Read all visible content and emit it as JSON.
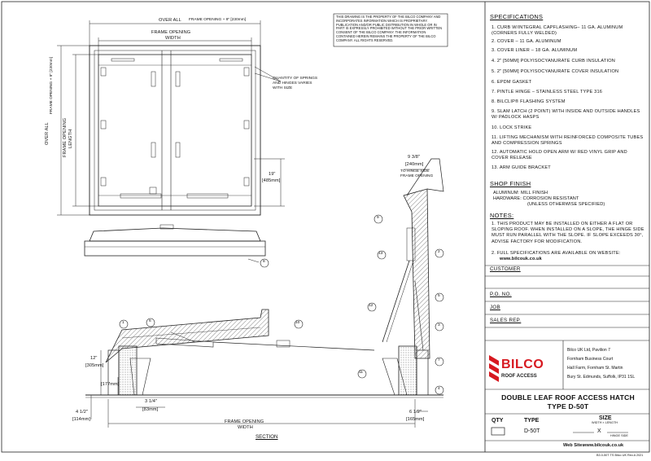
{
  "specifications": {
    "heading": "SPECIFICATIONS",
    "items": [
      "1.  CURB W/INTEGRAL CAPFLASHING– 11 GA. ALUMINUM (CORNERS FULLY WELDED)",
      "2.  COVER – 11 GA. ALUMINUM",
      "3.  COVER LINER – 18 GA. ALUMINUM",
      "4.  2\" [50MM] POLYISOCYANURATE CURB INSULATION",
      "5.  2\" [50MM] POLYISOCYANURATE COVER INSULATION",
      "6.  EPDM GASKET",
      "7.  PINTLE HINGE – STAINLESS STEEL TYPE 316",
      "8.  BILCLIP® FLASHING SYSTEM",
      "9.  SLAM LATCH (2 POINT) WITH INSIDE AND OUTSIDE HANDLES W/ PADLOCK HASPS",
      "10. LOCK STRIKE",
      "11. LIFTING MECHANISM WITH REINFORCED COMPOSITE TUBES AND COMPRESSION SPRINGS",
      "12. AUTOMATIC HOLD OPEN ARM W/ RED VINYL GRIP AND COVER RELEASE",
      "13. ARM GUIDE BRACKET"
    ]
  },
  "shop_finish": {
    "heading": "SHOP FINISH",
    "aluminum": "ALUMINUM:    MILL FINISH",
    "hardware": "HARDWARE:     CORROSION RESISTANT",
    "hardware_note": "(UNLESS OTHERWISE SPECIFIED)"
  },
  "notes": {
    "heading": "NOTES:",
    "items": [
      "1.  THIS PRODUCT MAY BE INSTALLED ON EITHER A FLAT OR SLOPING ROOF. WHEN INSTALLED ON A SLOPE, THE HINGE SIDE MUST RUN PARALLEL WITH THE SLOPE. IF SLOPE EXCEEDS 30°, ADVISE FACTORY FOR MODIFICATION.",
      "2.  FULL SPECIFICATIONS ARE AVAILABLE ON WEBSITE:"
    ],
    "website": "www.bilcouk.co.uk"
  },
  "fields": {
    "customer": "CUSTOMER",
    "po": "P.O. NO.",
    "job": "JOB",
    "sales_rep": "SALES REP."
  },
  "company": {
    "brand": "BILCO",
    "tagline": "ROOF ACCESS",
    "address": [
      "Bilco UK Ltd, Pavilion 7",
      "Fornham Business Court",
      "Hall Farm, Fornham St. Martin",
      "Bury St. Edmunds, Suffolk, IP31 1SL"
    ],
    "brand_color": "#d71920"
  },
  "title": {
    "line1": "DOUBLE LEAF ROOF ACCESS HATCH",
    "line2": "TYPE D-50T"
  },
  "order_table": {
    "qty_header": "QTY",
    "type_header": "TYPE",
    "size_header": "SIZE",
    "size_sub": "WIDTH × LENGTH",
    "type_value": "D-50T",
    "x_mark": "X",
    "hinge_side": "HINGE SIDE"
  },
  "website_line": {
    "label": "Web Site:",
    "url": "www.bilcouk.co.uk"
  },
  "footer_code": "B3.0-50T TS Bilco UK Rev.A 2021",
  "proprietary_notice": "THIS DRAWING IS THE PROPERTY OF THE BILCO COMPANY AND INCORPORATES INFORMATION WHICH IS PROPRIETARY. PUBLICATION AND/OR PUBLIC DISTRIBUTION IN WHOLE OR IN PART IS EXPRESSLY PROHIBITED WITHOUT THE PRIOR WRITTEN CONSENT OF THE BILCO COMPANY. THE INFORMATION CONTAINED HEREIN REMAINS THE PROPERTY OF THE BILCO COMPANY. ALL RIGHTS RESERVED.",
  "drawing": {
    "overall_top": "OVER ALL",
    "frame_opening_plus": "FRAME OPENING + 9\" [230mm]",
    "frame_opening_width": [
      "FRAME OPENING",
      "WIDTH"
    ],
    "overall_left": "OVER ALL",
    "frame_opening_plus_left": "FRAME OPENING + 9\" [230mm]",
    "frame_opening_length": [
      "FRAME OPENING",
      "LENGTH"
    ],
    "springs_note": [
      "QUANTITY OF SPRINGS",
      "AND HINGES VARIES",
      "WITH SIZE"
    ],
    "dim_19": [
      "19\"",
      "[485mm]"
    ],
    "dim_9_3_8": [
      "9 3/8\"",
      "[240mm]",
      "TO HINGE SIDE",
      "FRAME OPENING"
    ],
    "dim_12": [
      "12\"",
      "[305mm]"
    ],
    "dim_177": "[177mm]",
    "dim_3_1_4": [
      "3 1/4\"",
      "[83mm]"
    ],
    "dim_4_1_2": [
      "4 1/2\"",
      "[114mm]"
    ],
    "dim_6_1_2": [
      "6 1/2\"",
      "[165mm]"
    ],
    "frame_opening_width_bottom": [
      "FRAME OPENING",
      "WIDTH"
    ],
    "section_label": "SECTION",
    "callouts": [
      "1",
      "2",
      "3",
      "4",
      "5",
      "6",
      "7",
      "8",
      "9",
      "10",
      "11",
      "12",
      "13"
    ]
  }
}
